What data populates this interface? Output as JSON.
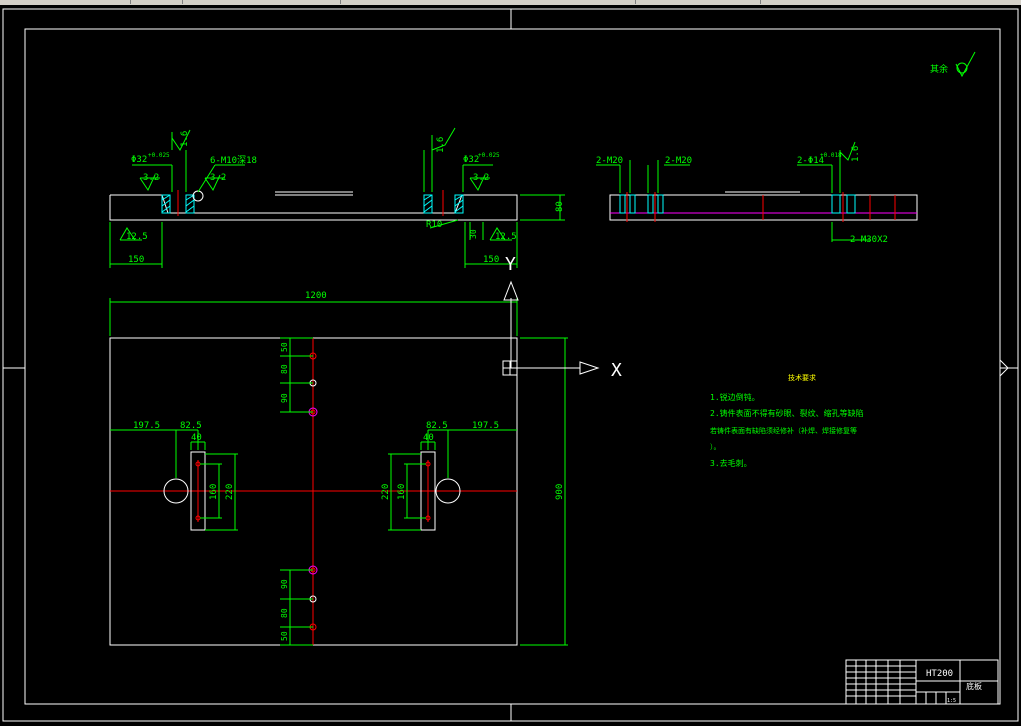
{
  "drawing": {
    "roughness_symbol_label": "其余",
    "side_view": {
      "diam_left": "Φ32",
      "diam_left_tol": "+0.025",
      "diam_right": "Φ32",
      "diam_right_tol": "+0.025",
      "thread_callout": "6-M10深18",
      "ra_1_6_left": "1.6",
      "ra_1_6_right": "1.6",
      "ra_3_2_a": "3.2",
      "ra_3_2_b": "3.2",
      "ra_3_2_c": "3.2",
      "ra_12_5_left": "12.5",
      "ra_12_5_right": "12.5",
      "height_dim": "80",
      "radius_dim": "R10",
      "depth_dim": "30",
      "width_left": "150",
      "width_right": "150"
    },
    "section_view": {
      "m20_a": "2-M20",
      "m20_b": "2-M20",
      "hole_callout": "2-Φ14",
      "hole_tol": "+0.018",
      "ra": "1.6",
      "m30": "2-M30X2"
    },
    "plan_view": {
      "overall_width": "1200",
      "overall_height": "900",
      "left_edge_dim": "197.5",
      "left_center_dim": "82.5",
      "left_slot_width": "40",
      "right_edge_dim": "197.5",
      "right_center_dim": "82.5",
      "right_slot_width": "40",
      "slot_len_left": "160",
      "slot_outer_left": "220",
      "slot_len_right": "160",
      "slot_outer_right": "220",
      "top_dims": [
        "50",
        "80",
        "90"
      ],
      "bottom_dims": [
        "90",
        "80",
        "50"
      ]
    },
    "ucs": {
      "x_label": "X",
      "y_label": "Y"
    },
    "tech_requirements": {
      "title": "技术要求",
      "lines": [
        "1.锐边倒钝。",
        "2.铸件表面不得有砂眼、裂纹、缩孔等缺陷",
        "若铸件表面有缺陷须经修补（补焊、焊接修复等",
        "）。",
        "3.去毛刺。"
      ]
    },
    "title_block": {
      "material": "HT200",
      "part_name": "底板",
      "scale_note": "1:5"
    },
    "colors": {
      "frame": "#ffffff",
      "dimension": "#00ff00",
      "centerline": "#ff0000",
      "object": "#ffffff",
      "hidden": "#ff00ff",
      "text_yellow": "#ffff00"
    }
  }
}
